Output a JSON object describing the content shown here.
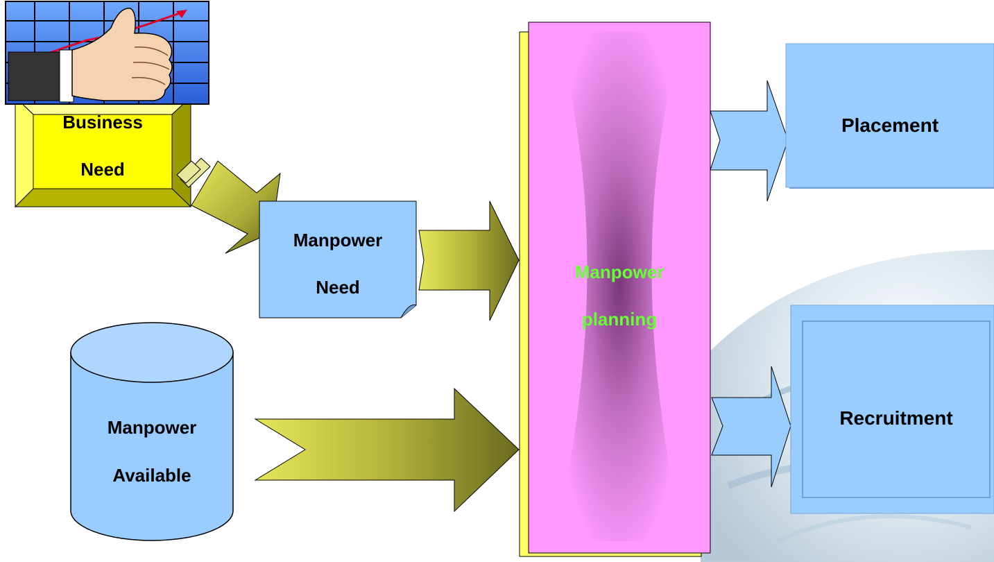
{
  "diagram": {
    "business_need": {
      "line1": "Business",
      "line2": "Need"
    },
    "manpower_need": {
      "line1": "Manpower",
      "line2": "Need"
    },
    "manpower_available": {
      "line1": "Manpower",
      "line2": "Available"
    },
    "manpower_planning": {
      "line1": "Manpower",
      "line2": "planning"
    },
    "placement": {
      "label": "Placement"
    },
    "recruitment": {
      "label": "Recruitment"
    }
  },
  "colors": {
    "business_box": "#ffff00",
    "light_blue": "#99ccff",
    "planning_box": "#ff99ff",
    "planning_text": "#66ff33",
    "olive_arrow": "#a9a935",
    "yellow_shadow": "#ffff66"
  },
  "icons": {
    "growth_chart": "thumbs-up-growth-chart-icon"
  }
}
